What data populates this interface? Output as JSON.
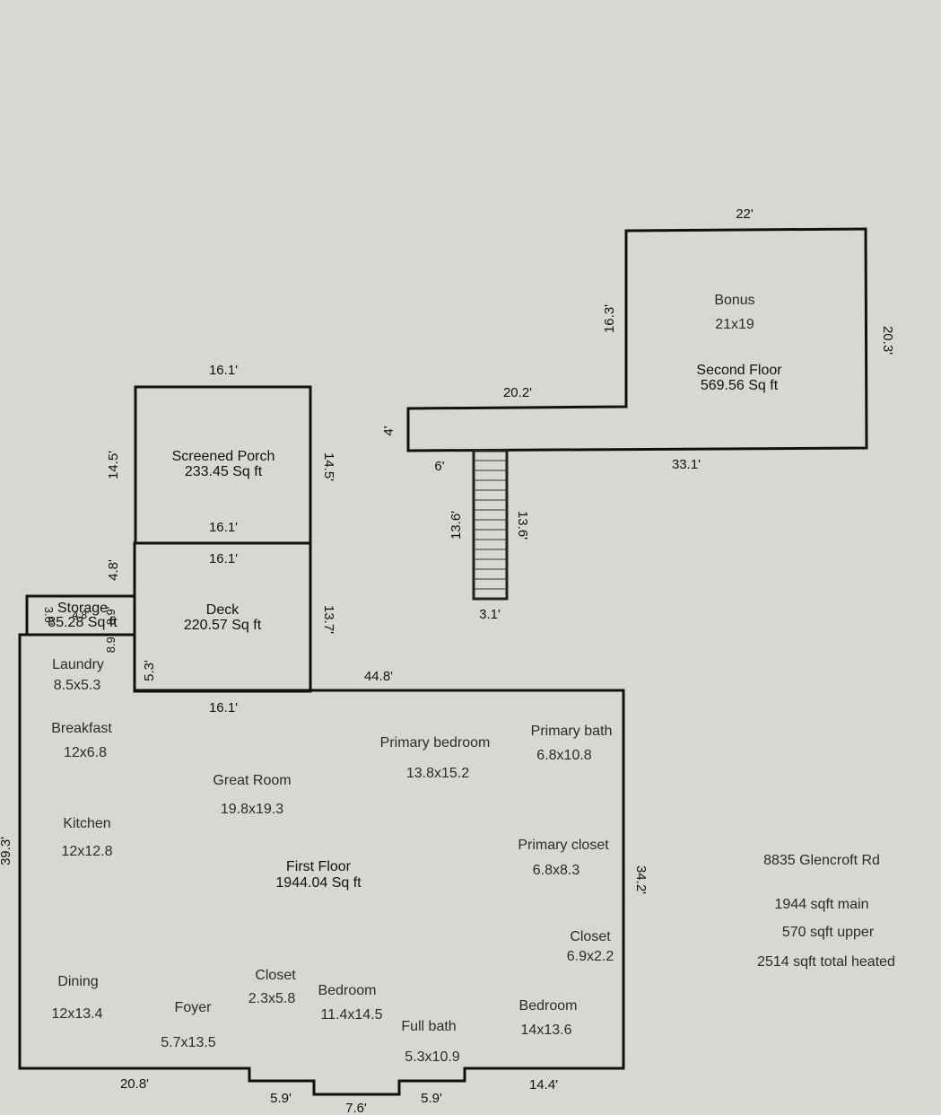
{
  "second_floor": {
    "title": "Second Floor",
    "area": "569.56 Sq ft",
    "dims": {
      "top": "22'",
      "right": "20.3'",
      "bottom": "33.1'",
      "left_upper": "16.3'",
      "step_top": "20.2'",
      "step_left": "4'",
      "step_bottom": "6'"
    },
    "bonus": {
      "name": "Bonus",
      "size": "21x19"
    }
  },
  "stairs": {
    "left": "13.6'",
    "right": "13.6'",
    "bottom": "3.1'"
  },
  "screened_porch": {
    "name": "Screened Porch",
    "area": "233.45 Sq ft",
    "dims": {
      "top": "16.1'",
      "left": "14.5'",
      "right": "14.5'",
      "bottom": "16.1'"
    }
  },
  "deck": {
    "name": "Deck",
    "area": "220.57 Sq ft",
    "dims": {
      "top": "16.1'",
      "left_upper": "4.8'",
      "left_lower": "5.3'",
      "right": "13.7'",
      "bottom": "16.1'"
    }
  },
  "storage": {
    "name": "Storage",
    "area": "85.28 Sq ft",
    "dims": {
      "left": "3.6'",
      "top": "4.8'",
      "right_upper": "8.9'",
      "right_lower": "8.9'"
    }
  },
  "first_floor": {
    "title": "First Floor",
    "area": "1944.04 Sq ft",
    "dims": {
      "top": "44.8'",
      "left": "39.3'",
      "right": "34.2'",
      "bottom_left": "20.8'",
      "bottom_mid_left": "5.9'",
      "bottom_center": "7.6'",
      "bottom_mid_right": "5.9'",
      "bottom_right": "14.4'"
    },
    "rooms": [
      {
        "name": "Laundry",
        "size": "8.5x5.3"
      },
      {
        "name": "Breakfast",
        "size": "12x6.8"
      },
      {
        "name": "Kitchen",
        "size": "12x12.8"
      },
      {
        "name": "Dining",
        "size": "12x13.4"
      },
      {
        "name": "Great Room",
        "size": "19.8x19.3"
      },
      {
        "name": "Primary bedroom",
        "size": "13.8x15.2"
      },
      {
        "name": "Primary bath",
        "size": "6.8x10.8"
      },
      {
        "name": "Primary closet",
        "size": "6.8x8.3"
      },
      {
        "name": "Closet",
        "size": "6.9x2.2"
      },
      {
        "name": "Bedroom",
        "size": "14x13.6"
      },
      {
        "name": "Full bath",
        "size": "5.3x10.9"
      },
      {
        "name": "Bedroom",
        "size": "11.4x14.5"
      },
      {
        "name": "Closet",
        "size": "2.3x5.8"
      },
      {
        "name": "Foyer",
        "size": "5.7x13.5"
      }
    ]
  },
  "info": {
    "address": "8835 Glencroft Rd",
    "main": "1944 sqft main",
    "upper": "570 sqft upper",
    "total": "2514 sqft total heated"
  }
}
